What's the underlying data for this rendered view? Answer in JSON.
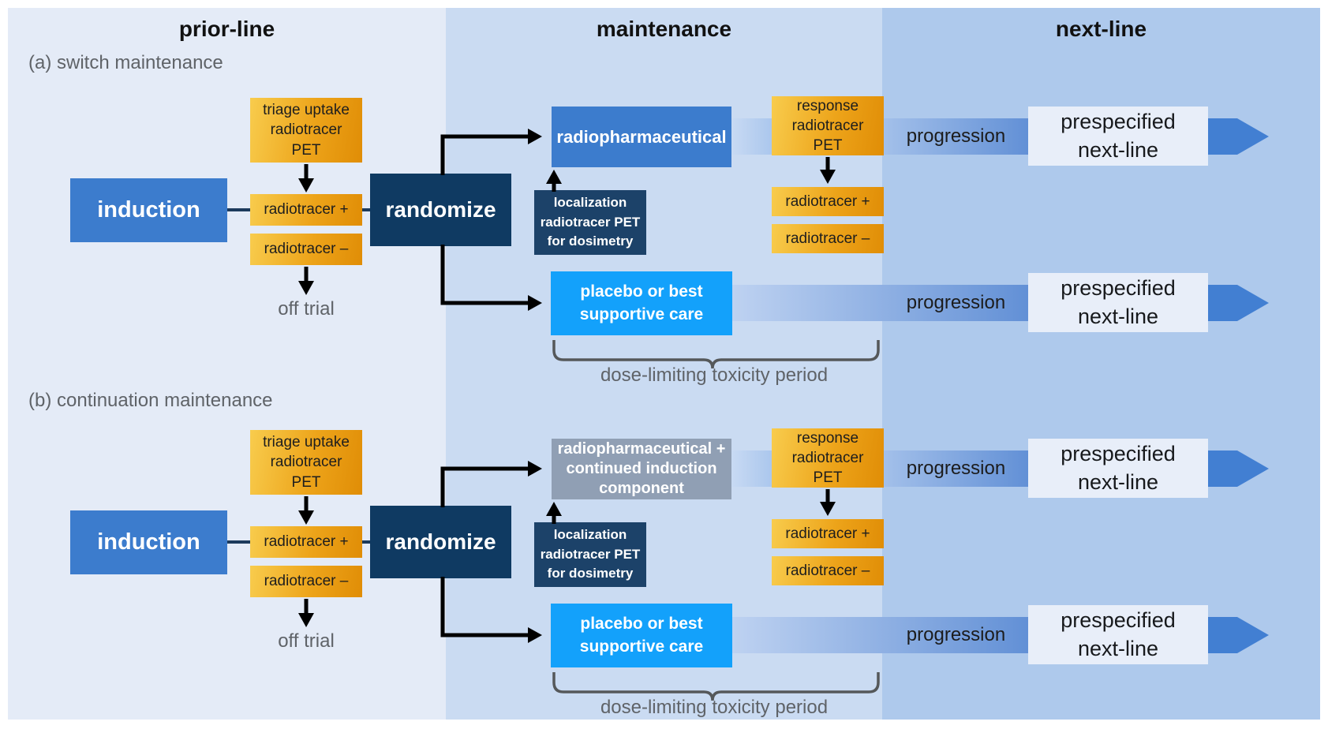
{
  "figure": {
    "columns": {
      "prior": "prior-line",
      "maintenance": "maintenance",
      "next": "next-line"
    }
  },
  "colors": {
    "page_bg": "#ffffff",
    "band_prior": "#e4ebf7",
    "band_maintenance": "#cadbf2",
    "band_next": "#aec9ec",
    "gold_light": "#f8cc4d",
    "gold_dark": "#e08d06",
    "blue": "#3c7ccd",
    "navy": "#0f3a62",
    "navy2": "#1c4269",
    "sky": "#13a1fb",
    "gray_box": "#909fb4",
    "pale_box": "#e8eef9",
    "band_grad_start": "#bed2f1",
    "band_grad_end": "#6290d6",
    "chevron": "#427fd2",
    "text_dark": "#111111",
    "text_gray": "#5f6368",
    "arrow_black": "#000000",
    "link_navy": "#1c3a5c",
    "bracket_gray": "#55585a"
  },
  "panel_a": {
    "label": "(a) switch maintenance",
    "triage_lines": [
      "triage uptake",
      "radiotracer",
      "PET"
    ],
    "induction": "induction",
    "rt_pos": "radiotracer +",
    "rt_neg": "radiotracer –",
    "off_trial": "off trial",
    "randomize": "randomize",
    "arm1_lines": [
      "radiopharmaceutical"
    ],
    "localization_lines": [
      "localization",
      "radiotracer PET",
      "for dosimetry"
    ],
    "response_lines": [
      "response",
      "radiotracer",
      "PET"
    ],
    "resp_pos": "radiotracer +",
    "resp_neg": "radiotracer –",
    "arm2_lines": [
      "placebo or best",
      "supportive care"
    ],
    "progression_top": "progression",
    "progression_bottom": "progression",
    "next_top_lines": [
      "prespecified",
      "next-line"
    ],
    "next_bottom_lines": [
      "prespecified",
      "next-line"
    ],
    "dlt": "dose-limiting toxicity period"
  },
  "panel_b": {
    "label": "(b) continuation maintenance",
    "triage_lines": [
      "triage uptake",
      "radiotracer",
      "PET"
    ],
    "induction": "induction",
    "rt_pos": "radiotracer +",
    "rt_neg": "radiotracer –",
    "off_trial": "off trial",
    "randomize": "randomize",
    "arm1_lines": [
      "radiopharmaceutical +",
      "continued induction",
      "component"
    ],
    "localization_lines": [
      "localization",
      "radiotracer PET",
      "for dosimetry"
    ],
    "response_lines": [
      "response",
      "radiotracer",
      "PET"
    ],
    "resp_pos": "radiotracer +",
    "resp_neg": "radiotracer –",
    "arm2_lines": [
      "placebo or best",
      "supportive care"
    ],
    "progression_top": "progression",
    "progression_bottom": "progression",
    "next_top_lines": [
      "prespecified",
      "next-line"
    ],
    "next_bottom_lines": [
      "prespecified",
      "next-line"
    ],
    "dlt": "dose-limiting toxicity period"
  }
}
